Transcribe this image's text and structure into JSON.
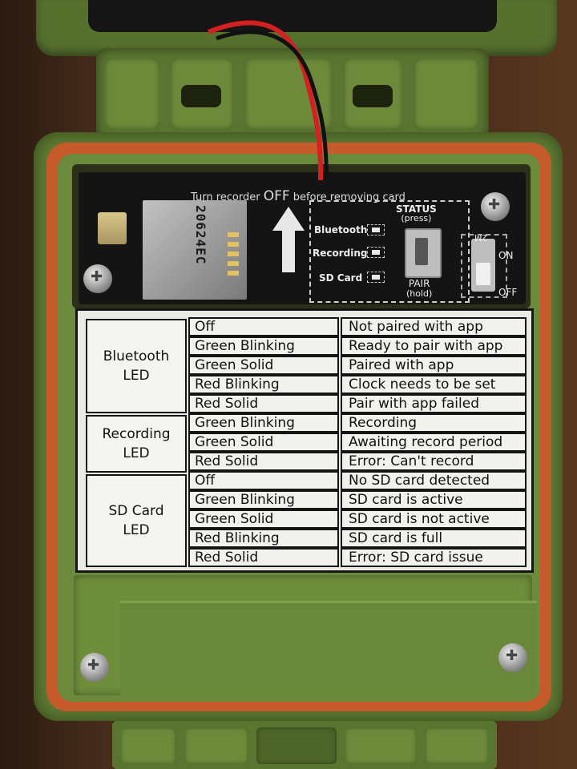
{
  "pcb": {
    "warning_prefix": "Turn recorder",
    "warning_off": "OFF",
    "warning_suffix": "before removing card",
    "sd_chip_text": "20624EC",
    "led_labels": [
      "Bluetooth",
      "Recording",
      "SD Card"
    ],
    "status_label": "STATUS",
    "status_sub": "(press)",
    "pair_label": "PAIR",
    "pair_sub": "(hold)",
    "switch_2m": "2M",
    "switch_on": "ON",
    "switch_off": "OFF"
  },
  "led_table": {
    "groups": [
      {
        "name_line1": "Bluetooth",
        "name_line2": "LED",
        "rows": [
          {
            "state": "Off",
            "meaning": "Not paired with app"
          },
          {
            "state": "Green Blinking",
            "meaning": "Ready to pair with app"
          },
          {
            "state": "Green Solid",
            "meaning": "Paired with app"
          },
          {
            "state": "Red Blinking",
            "meaning": "Clock needs to be set"
          },
          {
            "state": "Red Solid",
            "meaning": "Pair with app failed"
          }
        ]
      },
      {
        "name_line1": "Recording",
        "name_line2": "LED",
        "rows": [
          {
            "state": "Green Blinking",
            "meaning": "Recording"
          },
          {
            "state": "Green Solid",
            "meaning": "Awaiting record period"
          },
          {
            "state": "Red Solid",
            "meaning": "Error: Can't record"
          }
        ]
      },
      {
        "name_line1": "SD Card",
        "name_line2": "LED",
        "rows": [
          {
            "state": "Off",
            "meaning": "No SD card detected"
          },
          {
            "state": "Green Blinking",
            "meaning": "SD card is active"
          },
          {
            "state": "Green Solid",
            "meaning": "SD card is not active"
          },
          {
            "state": "Red Blinking",
            "meaning": "SD card is full"
          },
          {
            "state": "Red Solid",
            "meaning": "Error: SD card issue"
          }
        ]
      }
    ]
  },
  "colors": {
    "case_green": "#5d7a32",
    "gasket_orange": "#c75a2a",
    "pcb_black": "#141414",
    "label_white": "#f1f2ee",
    "wire_red": "#d42020",
    "wire_black": "#111111"
  }
}
